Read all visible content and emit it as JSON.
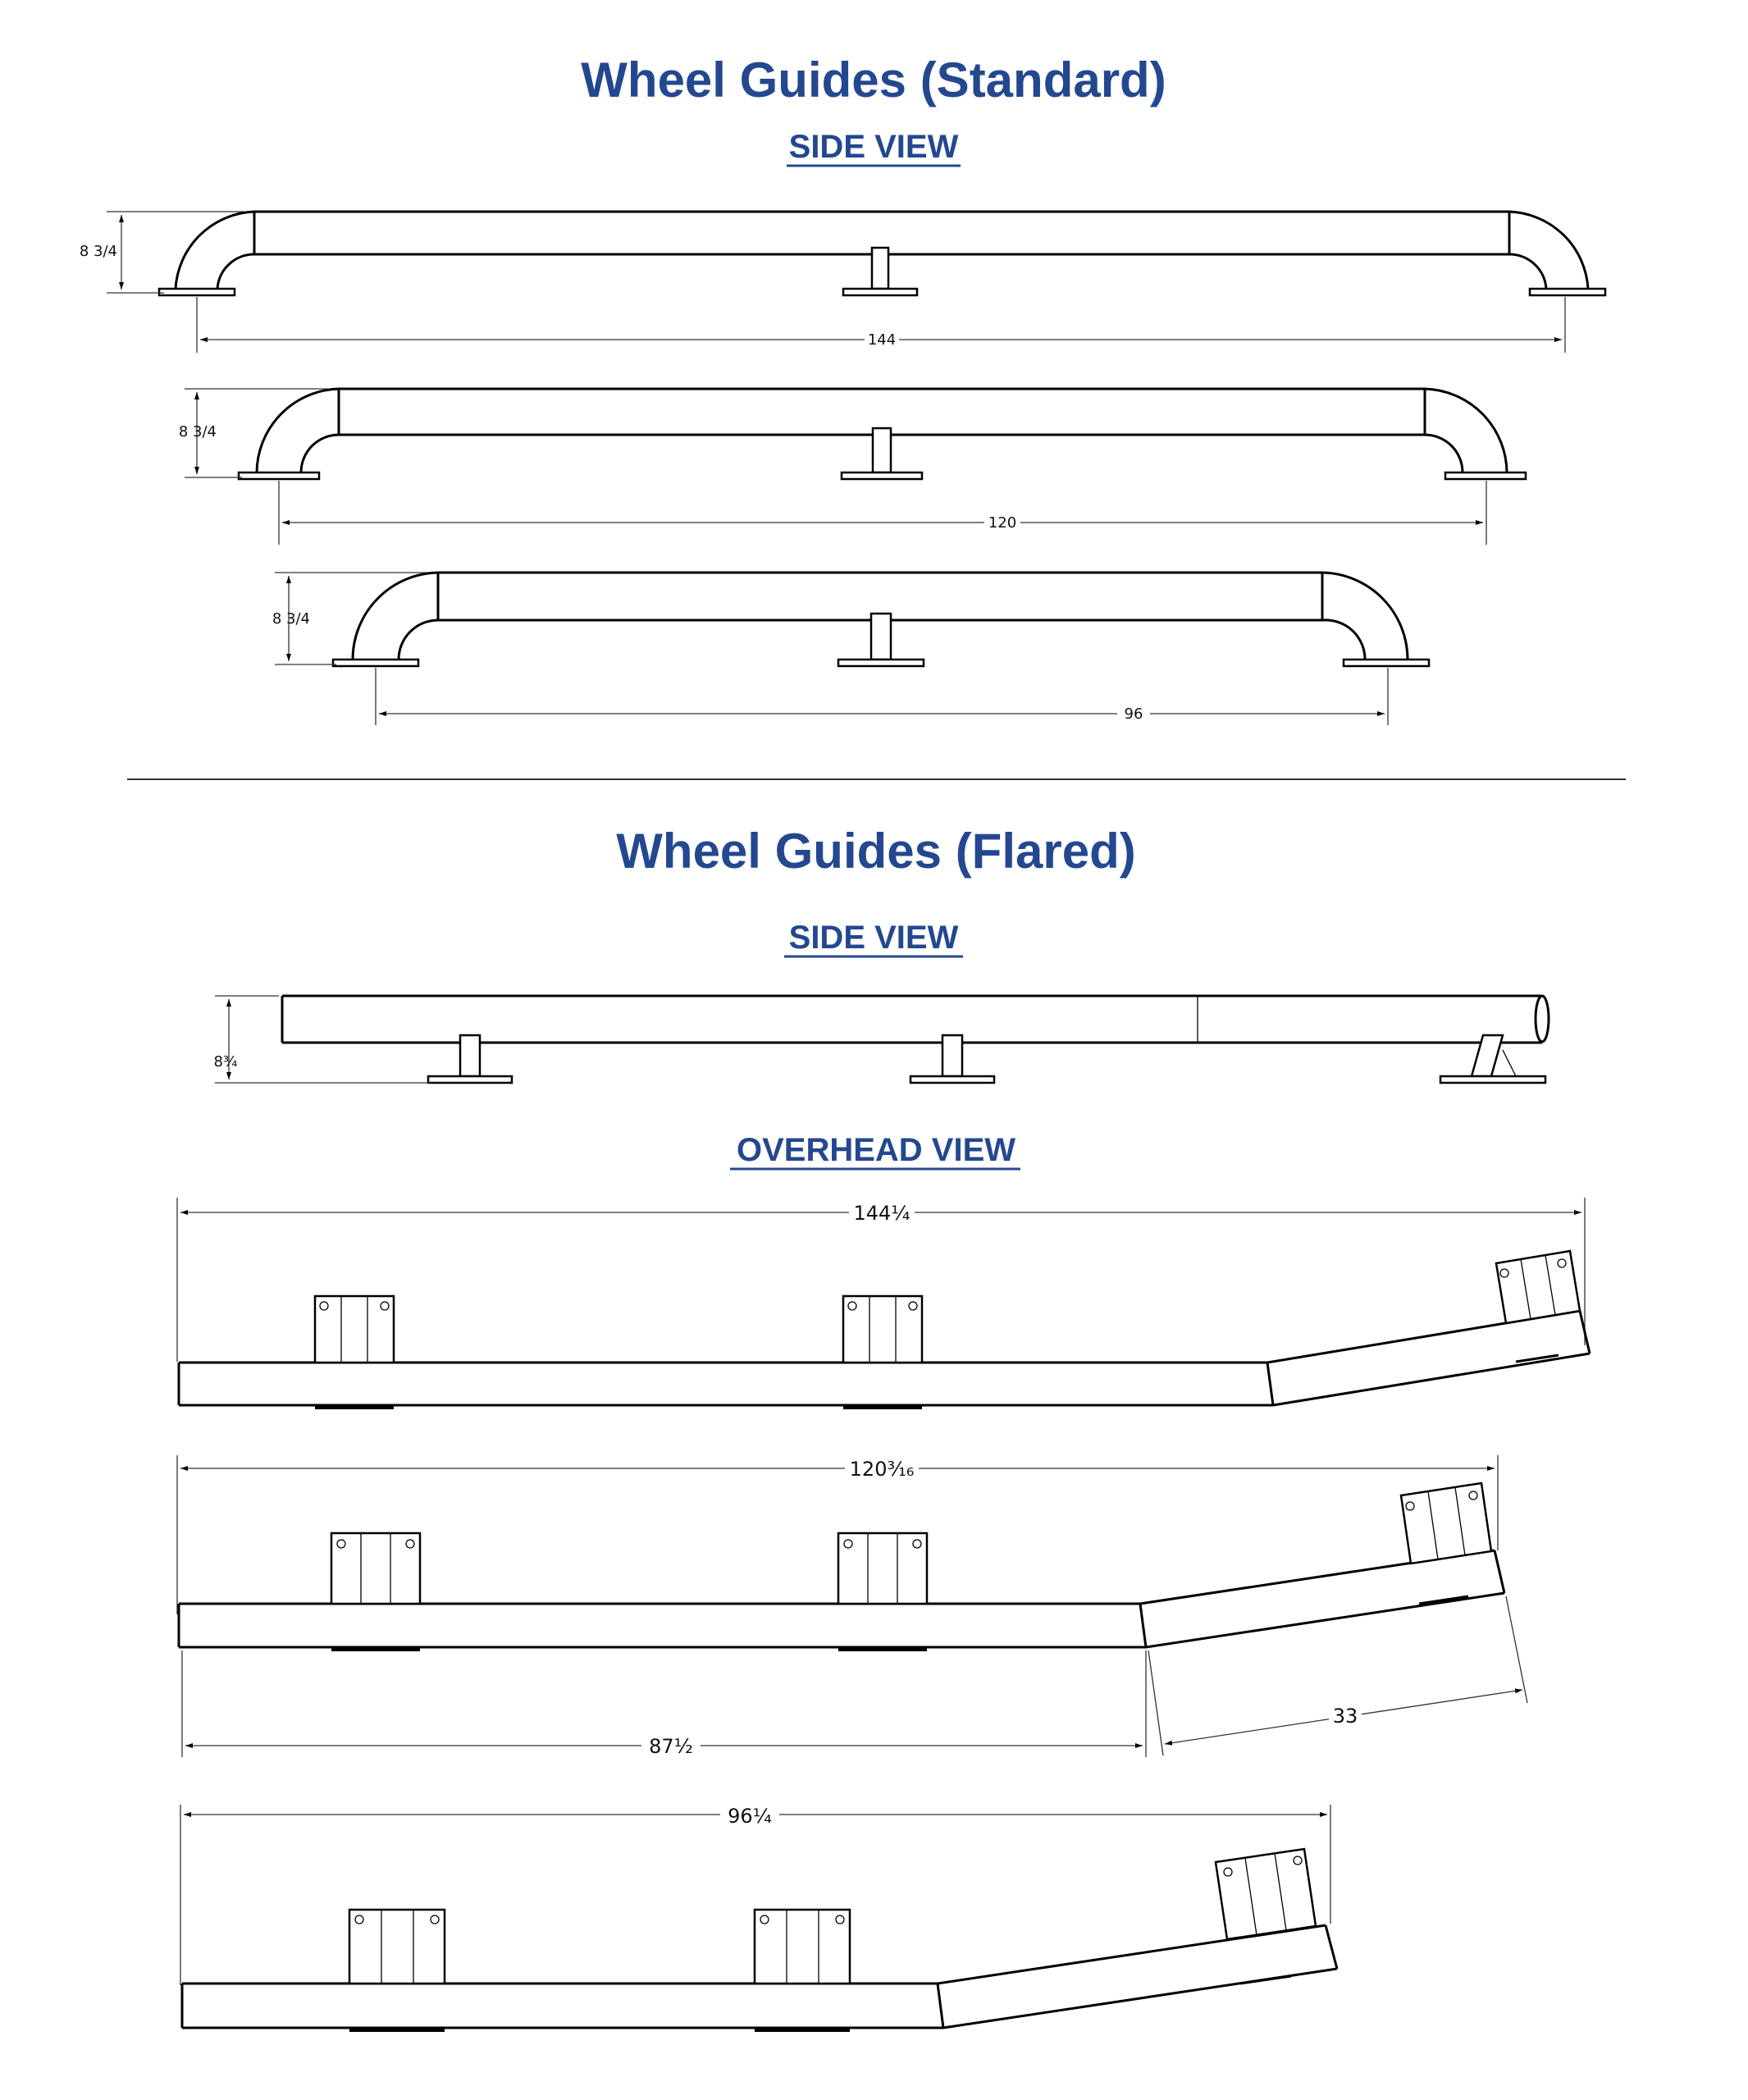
{
  "standard": {
    "title": "Wheel Guides (Standard)",
    "side_view_label": "SIDE VIEW",
    "guides": [
      {
        "height": "8 3/4",
        "length": "144"
      },
      {
        "height": "8 3/4",
        "length": "120"
      },
      {
        "height": "8 3/4",
        "length": "96"
      }
    ]
  },
  "flared": {
    "title": "Wheel Guides (Flared)",
    "side_view_label": "SIDE VIEW",
    "side_height": "8¾",
    "overhead_view_label": "OVERHEAD VIEW",
    "overhead": [
      {
        "length": "144¼"
      },
      {
        "length": "120³⁄₁₆",
        "straight_length": "87½",
        "flare_length": "33"
      },
      {
        "length": "96¼"
      }
    ]
  }
}
